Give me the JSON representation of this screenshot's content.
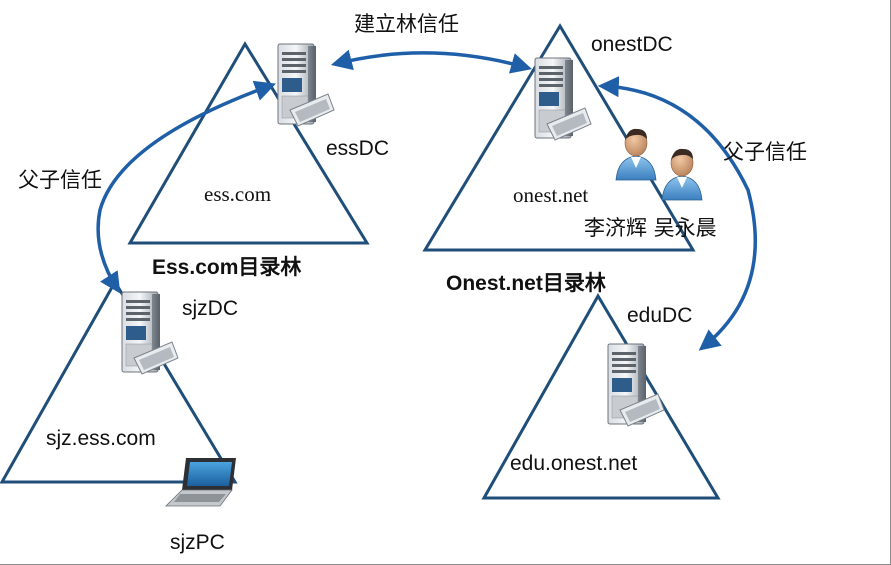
{
  "labels": {
    "forest_trust": "建立林信任",
    "parent_child_left": "父子信任",
    "parent_child_right": "父子信任",
    "ess_dc": "essDC",
    "ess_domain": "ess.com",
    "ess_forest": "Ess.com目录林",
    "onest_dc": "onestDC",
    "onest_domain": "onest.net",
    "users": "李济辉 吴永晨",
    "onest_forest": "Onest.net目录林",
    "sjz_dc": "sjzDC",
    "sjz_domain": "sjz.ess.com",
    "sjz_pc": "sjzPC",
    "edu_dc": "eduDC",
    "edu_domain": "edu.onest.net"
  },
  "icons": [
    "server-icon",
    "user-icon",
    "laptop-icon"
  ],
  "colors": {
    "triangle": "#1f4e79",
    "arrow": "#1f5fa8"
  }
}
